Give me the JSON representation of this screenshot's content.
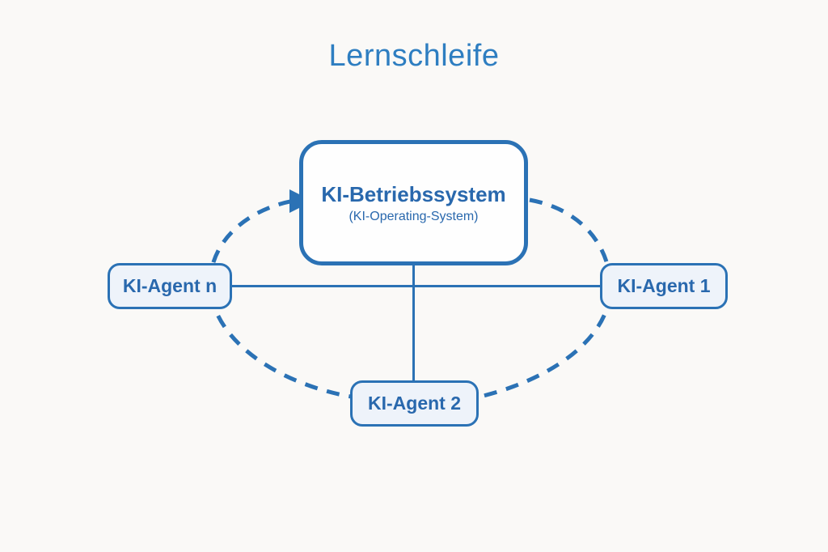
{
  "title": "Lernschleife",
  "colors": {
    "background": "#faf9f7",
    "accent": "#2b72b5",
    "title_blue": "#2e7ec1",
    "text_blue": "#2968ad",
    "box_fill": "#eef3fa",
    "center_fill": "#fefefe"
  },
  "nodes": {
    "os": {
      "label": "KI-Betriebssystem",
      "sublabel": "(KI-Operating-System)"
    },
    "agent_n": {
      "label": "KI-Agent n"
    },
    "agent_1": {
      "label": "KI-Agent 1"
    },
    "agent_2": {
      "label": "KI-Agent 2"
    }
  },
  "connections": {
    "loop": "dashed learning loop: KI-Agent n -> KI-Betriebssystem (arrow) -> KI-Agent 1 -> KI-Agent 2 -> KI-Agent n",
    "solid_links": [
      "KI-Agent n — KI-Agent 1 (horizontal bus)",
      "KI-Betriebssystem — KI-Agent 2 (vertical)"
    ]
  }
}
